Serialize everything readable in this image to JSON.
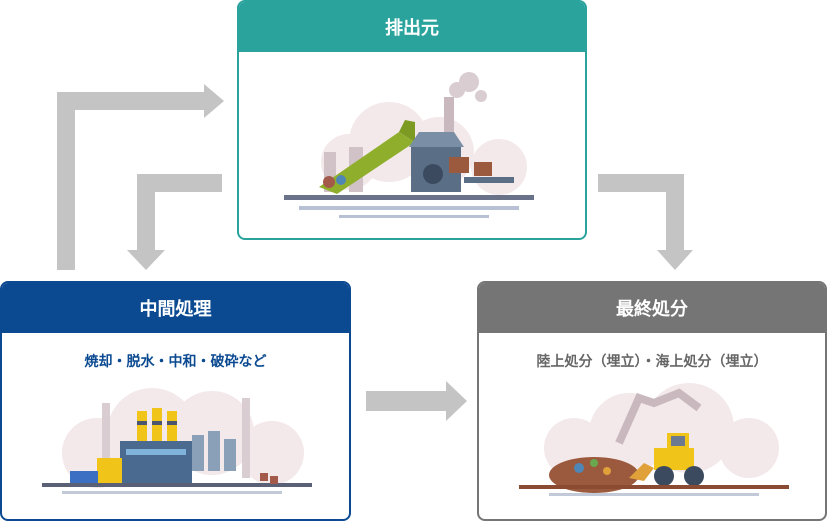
{
  "source": {
    "title": "排出元"
  },
  "intermediate": {
    "title": "中間処理",
    "subtitle": "焼却・脱水・中和・破砕など"
  },
  "final": {
    "title": "最終処分",
    "subtitle": "陸上処分（埋立）・海上処分（埋立）"
  },
  "colors": {
    "source": "#2aa39d",
    "intermediate": "#0b4a91",
    "final": "#757575",
    "arrow": "#c4c4c4"
  },
  "icons": [
    "conveyor-machine-illustration",
    "factory-illustration",
    "landfill-bulldozer-illustration"
  ]
}
